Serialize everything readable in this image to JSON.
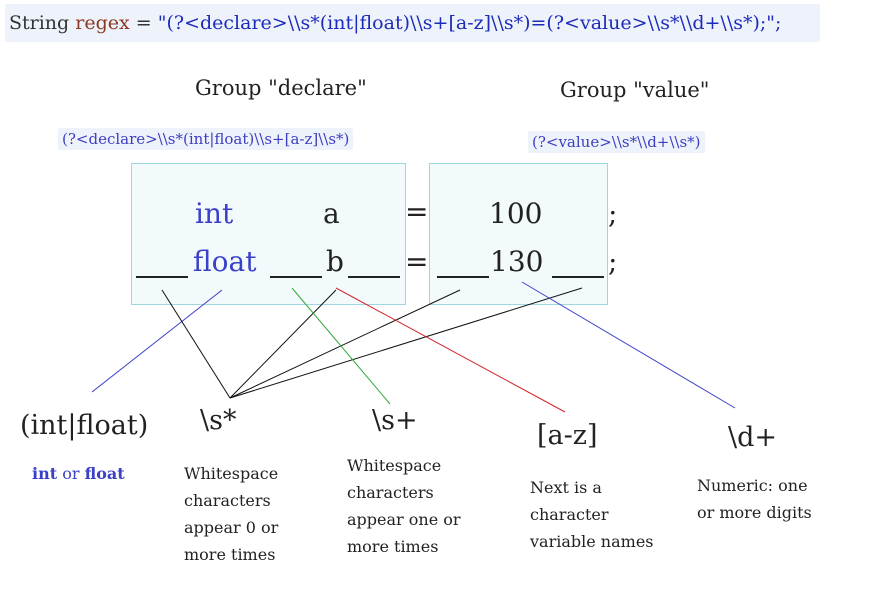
{
  "code_line": {
    "prefix": "String",
    "variable": "regex",
    "equals": "=",
    "pattern": "\"(?<declare>\\\\s*(int|float)\\\\s+[a-z]\\\\s*)=(?<value>\\\\s*\\\\d+\\\\s*);\";"
  },
  "groups": {
    "declare": {
      "title": "Group \"declare\"",
      "pattern": "(?<declare>\\\\s*(int|float)\\\\s+[a-z]\\\\s*)"
    },
    "value": {
      "title": "Group \"value\"",
      "pattern": "(?<value>\\\\s*\\\\d+\\\\s*)"
    }
  },
  "sample_code": {
    "row1": {
      "type": "int",
      "name": "a",
      "eq": "=",
      "value": "100",
      "semi": ";"
    },
    "row2": {
      "type": "float",
      "name": "b",
      "eq": "=",
      "value": "130",
      "semi": ";"
    }
  },
  "tokens": [
    {
      "token": "(int|float)",
      "description": "",
      "blue_parts": [
        "int",
        "or",
        "float"
      ]
    },
    {
      "token": "\\s*",
      "description": "Whitespace characters appear 0 or more times"
    },
    {
      "token": "\\s+",
      "description": "Whitespace characters appear one or more times"
    },
    {
      "token": "[a-z]",
      "description": "Next is a character variable names"
    },
    {
      "token": "\\d+",
      "description": "Numeric: one or more digits"
    }
  ],
  "colors": {
    "code_blue": "#3a40c8",
    "box_border": "#9fd7e0",
    "line_blue": "#3a40c8",
    "line_green": "#2faa3a",
    "line_red": "#d2242a",
    "line_black": "#111111"
  }
}
